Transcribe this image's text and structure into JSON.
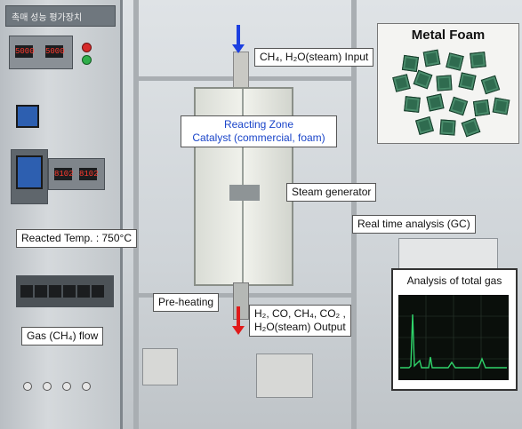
{
  "labels": {
    "input": "CH₄, H₂O(steam) Input",
    "reacting_zone_line1": "Reacting Zone",
    "reacting_zone_line2": "Catalyst (commercial, foam)",
    "steam_generator": "Steam generator",
    "real_time_analysis": "Real time analysis (GC)",
    "reacted_temp": "Reacted Temp. : 750°C",
    "pre_heating": "Pre-heating",
    "output_line1": "H₂, CO, CH₄, CO₂ ,",
    "output_line2": "H₂O(steam) Output",
    "gas_flow": "Gas (CH₄) flow"
  },
  "foam_inset": {
    "title": "Metal Foam"
  },
  "gc_inset": {
    "title": "Analysis of total gas"
  },
  "controller_readouts": [
    "5000",
    "5000"
  ],
  "display_readouts": [
    "8102",
    "8102"
  ],
  "panel_header": "촉매 성능 평가장치",
  "colors": {
    "input_arrow": "#1c3fe0",
    "output_arrow": "#e01a1a",
    "label_blue": "#1a45c9",
    "chromatogram_trace": "#2fd36a",
    "foam_green": "#2f6b4f"
  }
}
